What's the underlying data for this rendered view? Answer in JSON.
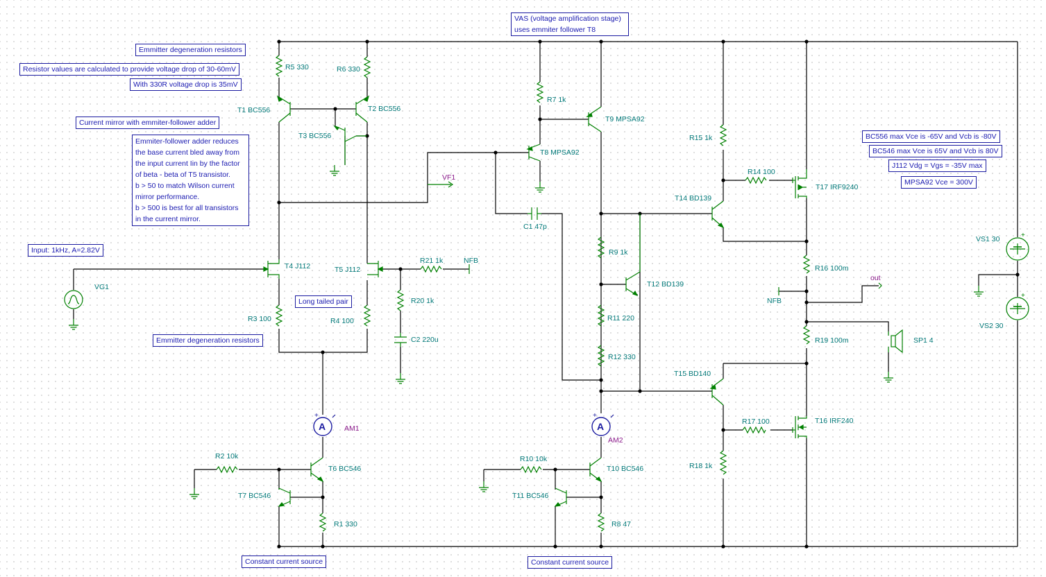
{
  "notes": {
    "emitter_degen_top": "Emmitter degeneration resistors",
    "resistor_values": "Resistor values are calculated to provide voltage drop of 30-60mV",
    "with_330r": "With 330R voltage drop is 35mV",
    "current_mirror": "Current mirror with emmiter-follower adder",
    "ef_adder_lines": [
      "Emmiter-follower adder reduces",
      "the base current bled away from",
      "the input current Iin by the factor",
      "of beta - beta of T5 transistor.",
      "b > 50 to match Wilson current",
      "mirror performance.",
      "b > 500 is best for all transistors",
      "in the current mirror."
    ],
    "input": "Input: 1kHz, A=2.82V",
    "long_tailed_pair": "Long tailed pair",
    "emitter_degen_bottom": "Emmitter degeneration resistors",
    "ccs_left": "Constant current source",
    "ccs_right": "Constant current source",
    "vas_line1": "VAS (voltage amplification stage)",
    "vas_line2": "uses emmiter follower T8",
    "bc556": "BC556 max Vce is -65V and Vcb is -80V",
    "bc546": "BC546 max Vce is 65V and Vcb is 80V",
    "j112": "J112 Vdg = Vgs = -35V max",
    "mpsa92": "MPSA92 Vce = 300V"
  },
  "components": {
    "r5": "R5 330",
    "r6": "R6 330",
    "t1": "T1 BC556",
    "t2": "T2 BC556",
    "t3": "T3 BC556",
    "t4": "T4 J112",
    "t5": "T5 J112",
    "r3": "R3 100",
    "r4": "R4 100",
    "vg1": "VG1",
    "r21": "R21 1k",
    "r20": "R20 1k",
    "c2": "C2 220u",
    "nfb_in": "NFB",
    "vf1": "VF1",
    "am1": "AM1",
    "r2": "R2 10k",
    "t6": "T6 BC546",
    "t7": "T7 BC546",
    "r1": "R1 330",
    "r7": "R7 1k",
    "t9": "T9 MPSA92",
    "t8": "T8 MPSA92",
    "c1": "C1 47p",
    "r9": "R9 1k",
    "t12": "T12 BD139",
    "r11": "R11 220",
    "r12": "R12 330",
    "am2": "AM2",
    "r10": "R10 10k",
    "t10": "T10 BC546",
    "t11": "T11 BC546",
    "r8": "R8 47",
    "r15": "R15 1k",
    "r14": "R14 100",
    "t17": "T17 IRF9240",
    "t14": "T14 BD139",
    "r16": "R16 100m",
    "nfb_out": "NFB",
    "out": "out",
    "r19": "R19 100m",
    "sp1": "SP1 4",
    "t15": "T15 BD140",
    "r17": "R17 100",
    "t16": "T16 IRF240",
    "r18": "R18 1k",
    "vs1": "VS1 30",
    "vs2": "VS2 30",
    "meter_symbol": "A",
    "plus": "+"
  },
  "colors": {
    "wire": "#000000",
    "component": "#008000",
    "label": "#007878",
    "probe": "#8a1a8a",
    "note_text": "#1a1ab0",
    "meter": "#1a1aa0"
  }
}
